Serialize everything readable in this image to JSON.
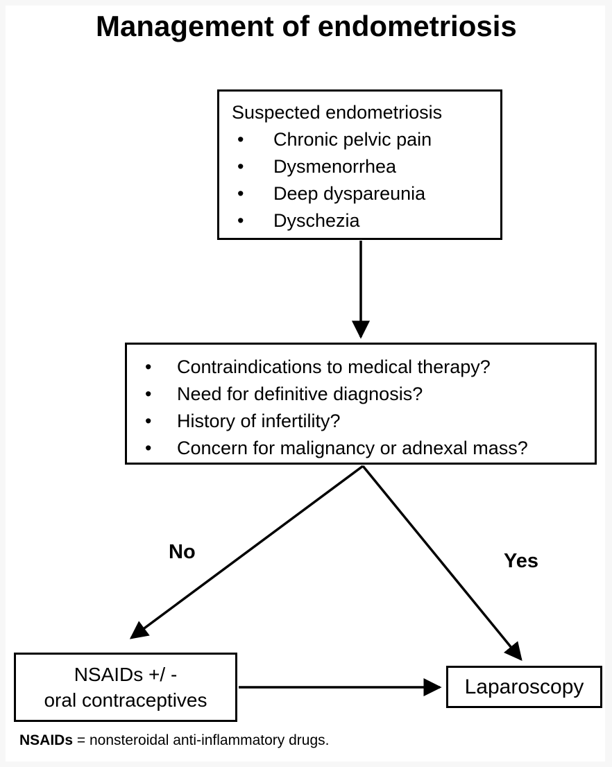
{
  "title": "Management of endometriosis",
  "diagram": {
    "bullet_glyph": "•",
    "box_suspected": {
      "heading": "Suspected endometriosis",
      "bullets": [
        "Chronic pelvic pain",
        "Dysmenorrhea",
        "Deep dyspareunia",
        "Dyschezia"
      ]
    },
    "box_questions": {
      "bullets": [
        "Contraindications to medical therapy?",
        "Need for definitive diagnosis?",
        "History of infertility?",
        "Concern for malignancy or adnexal mass?"
      ]
    },
    "branches": {
      "no_label": "No",
      "yes_label": "Yes"
    },
    "box_nsaids": {
      "line1": "NSAIDs +/ -",
      "line2": "oral contraceptives"
    },
    "box_laparoscopy": {
      "label": "Laparoscopy"
    },
    "footnote": {
      "abbr": "NSAIDs",
      "rest": " = nonsteroidal anti-inflammatory drugs."
    }
  },
  "colors": {
    "line": "#000000",
    "text": "#000000",
    "page_background": "#ffffff",
    "outer_background": "#f7f7f7"
  }
}
